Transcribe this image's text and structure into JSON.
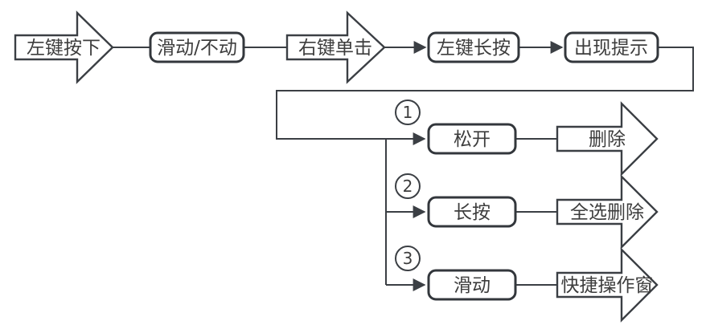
{
  "diagram": {
    "background": "#ffffff",
    "stroke_color": "#3b3f44",
    "text_color": "#3d3d3d",
    "sequence": [
      {
        "label": "左键按下",
        "shape": "block-arrow"
      },
      {
        "label": "滑动/不动",
        "shape": "rounded-rect"
      },
      {
        "label": "右键单击",
        "shape": "block-arrow"
      },
      {
        "label": "左键长按",
        "shape": "rounded-rect"
      },
      {
        "label": "出现提示",
        "shape": "rounded-rect"
      }
    ],
    "branches": [
      {
        "badge": "1",
        "action": "松开",
        "result": "删除"
      },
      {
        "badge": "2",
        "action": "长按",
        "result": "全选删除"
      },
      {
        "badge": "3",
        "action": "滑动",
        "result": "快捷操作窗"
      }
    ]
  }
}
